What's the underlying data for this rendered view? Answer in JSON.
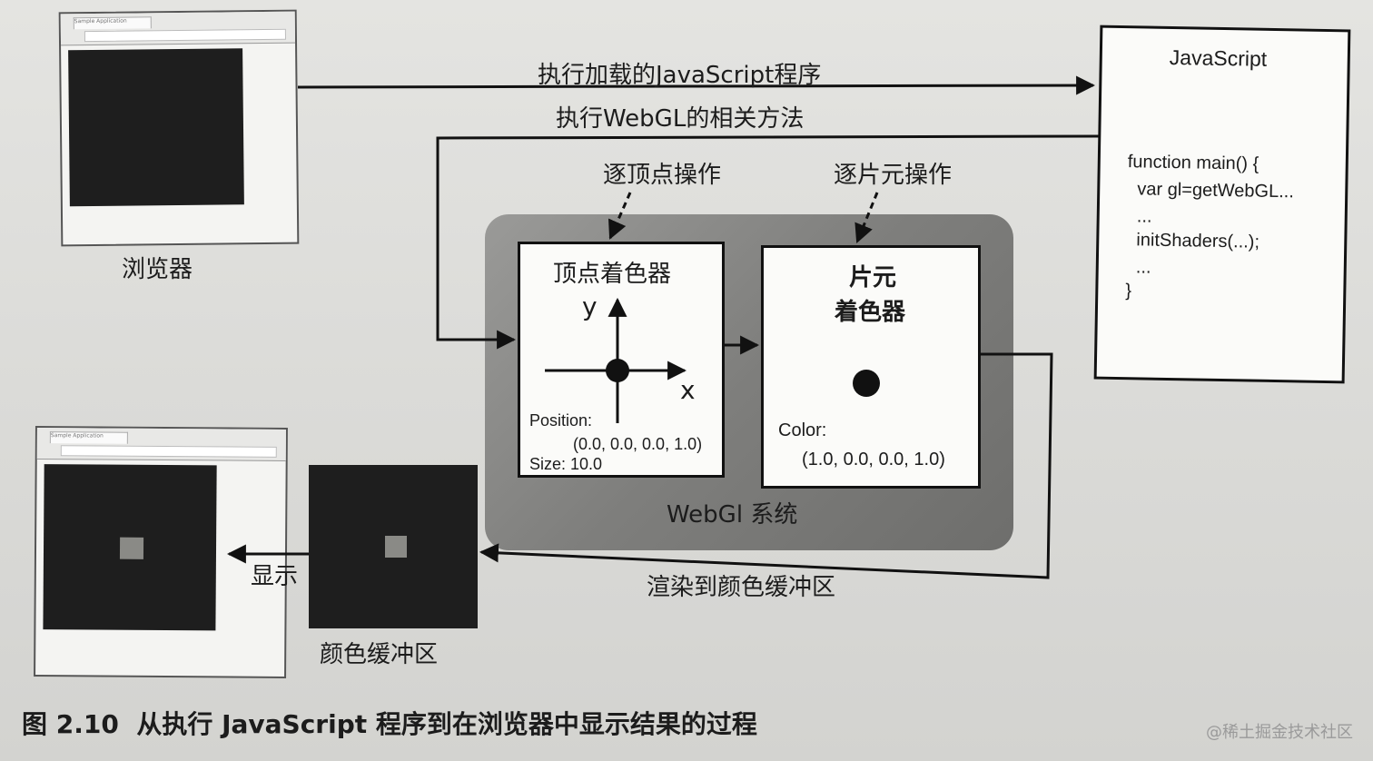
{
  "browser_top": {
    "tab_text": "Sample Application",
    "caption": "浏览器"
  },
  "browser_bottom": {
    "tab_text": "Sample Application"
  },
  "arrows": {
    "run_js": "执行加载的JavaScript程序",
    "run_webgl": "执行WebGL的相关方法",
    "per_vertex": "逐顶点操作",
    "per_fragment": "逐片元操作",
    "render_to_buffer": "渲染到颜色缓冲区",
    "display": "显示"
  },
  "js_panel": {
    "title": "JavaScript",
    "code": [
      "function main() {",
      "  var gl=getWebGL...",
      "  ...",
      "  initShaders(...);",
      "  ...",
      "}"
    ]
  },
  "webgl_system": {
    "label": "WebGl 系统",
    "vertex_shader": {
      "title": "顶点着色器",
      "axis_y": "y",
      "axis_x": "x",
      "position_label": "Position:",
      "position_value": "(0.0, 0.0, 0.0, 1.0)",
      "size_label": "Size: 10.0"
    },
    "fragment_shader": {
      "title_line1": "片元",
      "title_line2": "着色器",
      "color_label": "Color:",
      "color_value": "(1.0, 0.0, 0.0, 1.0)"
    }
  },
  "color_buffer": {
    "caption": "颜色缓冲区"
  },
  "figure_caption": "图 2.10  从执行 JavaScript 程序到在浏览器中显示结果的过程",
  "watermark": "@稀土掘金技术社区",
  "colors": {
    "system_bg": "#7a7a78",
    "canvas": "#1e1e1e",
    "point": "#8a8a86",
    "ink": "#111111"
  }
}
